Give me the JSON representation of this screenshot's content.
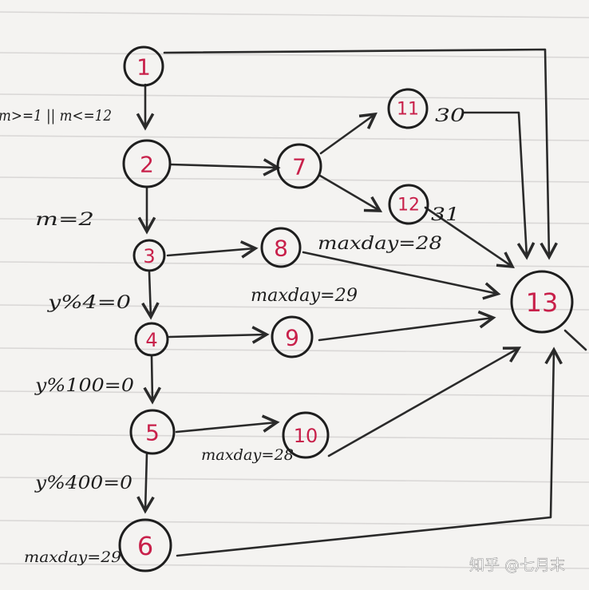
{
  "nodes": [
    {
      "id": "n1",
      "label": "1"
    },
    {
      "id": "n2",
      "label": "2"
    },
    {
      "id": "n3",
      "label": "3"
    },
    {
      "id": "n4",
      "label": "4"
    },
    {
      "id": "n5",
      "label": "5"
    },
    {
      "id": "n6",
      "label": "6"
    },
    {
      "id": "n7",
      "label": "7"
    },
    {
      "id": "n8",
      "label": "8"
    },
    {
      "id": "n9",
      "label": "9"
    },
    {
      "id": "n10",
      "label": "10"
    },
    {
      "id": "n11",
      "label": "11"
    },
    {
      "id": "n12",
      "label": "12"
    },
    {
      "id": "n13",
      "label": "13"
    }
  ],
  "edges": [
    {
      "from": "n1",
      "to": "n2",
      "label": "m>=1 || m<=12"
    },
    {
      "from": "n2",
      "to": "n3",
      "label": "m=2"
    },
    {
      "from": "n3",
      "to": "n4",
      "label": "y%4=0"
    },
    {
      "from": "n4",
      "to": "n5",
      "label": "y%100=0"
    },
    {
      "from": "n5",
      "to": "n6",
      "label": "y%400=0"
    },
    {
      "from": "n2",
      "to": "n7",
      "label": ""
    },
    {
      "from": "n7",
      "to": "n11",
      "label": ""
    },
    {
      "from": "n7",
      "to": "n12",
      "label": ""
    },
    {
      "from": "n3",
      "to": "n8",
      "label": ""
    },
    {
      "from": "n4",
      "to": "n9",
      "label": ""
    },
    {
      "from": "n5",
      "to": "n10",
      "label": ""
    },
    {
      "from": "n1",
      "to": "n13",
      "label": ""
    },
    {
      "from": "n11",
      "to": "n13",
      "label": "30"
    },
    {
      "from": "n12",
      "to": "n13",
      "label": "31"
    },
    {
      "from": "n8",
      "to": "n13",
      "label": "maxday=28"
    },
    {
      "from": "n9",
      "to": "n13",
      "label": "maxday=29"
    },
    {
      "from": "n10",
      "to": "n13",
      "label": "maxday=28"
    },
    {
      "from": "n6",
      "to": "n13",
      "label": "maxday=29"
    }
  ],
  "watermark": "知乎 @七月末"
}
